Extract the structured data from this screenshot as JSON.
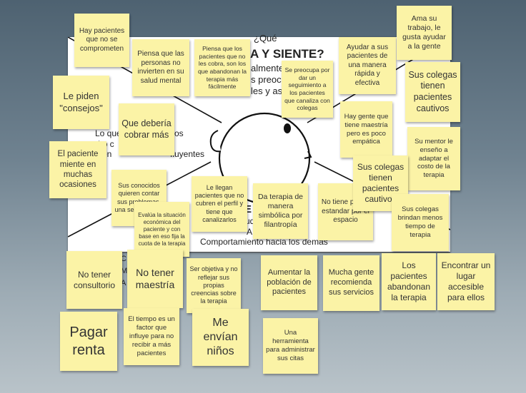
{
  "board": {
    "header_question": "¿Qué",
    "header_title": "A Y SIENTE?",
    "header_line2": "almente",
    "header_line3": "s preocu",
    "header_line4": "les y asp",
    "left_line1": "Lo que",
    "left_line1_tail": "os",
    "left_line2": "Lo c",
    "left_line3": "cen",
    "left_line3_tail": "fluyentes",
    "section_letter": "E",
    "mid_frag1": "ud",
    "mid_frag2": "A",
    "bottom_label": "Comportamiento hacia los demás",
    "lower_frag": "D",
    "left_edge1": "C",
    "left_edge2": "M",
    "left_edge3": "A"
  },
  "notes": [
    {
      "text": "Hay pacientes que no se comprometen"
    },
    {
      "text": "Piensa que las personas no invierten en su salud mental"
    },
    {
      "text": "Piensa que los pacientes que no les cobra, son los que abandonan la terapia más fácilmente"
    },
    {
      "text": "Se preocupa por dar un seguimiento a los pacientes que canaliza con colegas"
    },
    {
      "text": "Ayudar a sus pacientes de una manera rápida y efectiva"
    },
    {
      "text": "Ama su trabajo, le gusta ayudar a la gente"
    },
    {
      "text": "Sus colegas tienen pacientes cautivos"
    },
    {
      "text": "Le piden \"consejos\""
    },
    {
      "text": "Que debería cobrar más"
    },
    {
      "text": "Hay gente que tiene maestría pero es poco empática"
    },
    {
      "text": "Su mentor le enseño a adaptar el costo de la terapia"
    },
    {
      "text": "El paciente miente en muchas ocasiones"
    },
    {
      "text": "Sus conocidos quieren contar sus problemas, una sesión gratis"
    },
    {
      "text": "Le llegan pacientes que no cubren el perfil y tiene que canalizarlos"
    },
    {
      "text": "Da terapia de manera simbólica por filantropía"
    },
    {
      "text": "No tiene precio estandar por el espacio"
    },
    {
      "text": "Sus colegas tienen pacientes cautivos"
    },
    {
      "text": "Sus colegas brindan menos tiempo de terapia"
    },
    {
      "text": "Evalúa la situación económica del paciente y con base en eso fija la cuota de la terapia"
    },
    {
      "text": "No tener consultorio"
    },
    {
      "text": "No tener maestría"
    },
    {
      "text": "Ser objetiva y no reflejar sus propias creencias sobre la terapia"
    },
    {
      "text": "Aumentar la población de pacientes"
    },
    {
      "text": "Mucha gente recomienda sus servicios"
    },
    {
      "text": "Los pacientes abandonan la terapia"
    },
    {
      "text": "Encontrar un lugar accesible para ellos"
    },
    {
      "text": "Pagar renta"
    },
    {
      "text": "El tiempo es un factor que influye para no recibir a más pacientes"
    },
    {
      "text": "Me envían niños"
    },
    {
      "text": "Una herramienta para administrar sus citas"
    }
  ]
}
